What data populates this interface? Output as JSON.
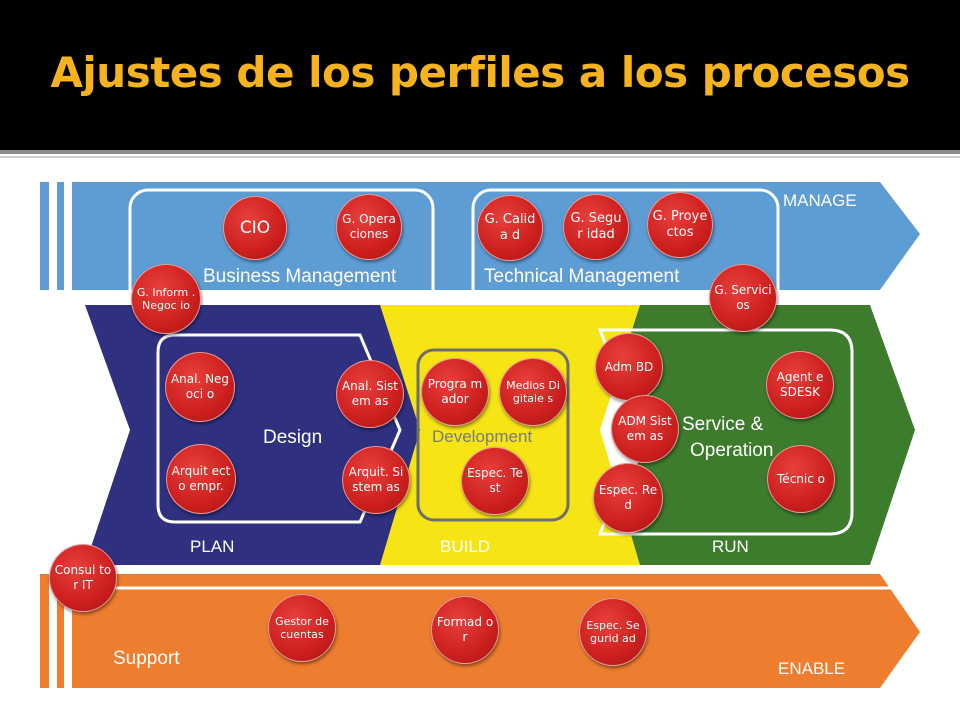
{
  "title": "Ajustes de los perfiles a los procesos",
  "colors": {
    "title_bg": "#000000",
    "title_text": "#f6b31d",
    "manage": "#5b9bd5",
    "plan": "#2e2f7e",
    "build": "#f5e400",
    "run": "#3d7a2c",
    "support": "#ec7b2c",
    "badge": "#d12a26"
  },
  "diagram": {
    "bands": {
      "manage": "MANAGE",
      "plan": "PLAN",
      "build": "BUILD",
      "run": "RUN",
      "enable": "ENABLE"
    },
    "groups": {
      "business_management": "Business Management",
      "technical_management": "Technical Management",
      "design": "Design",
      "development": "Development",
      "service_operation_line1": "Service &",
      "service_operation_line2": "Operation",
      "support": "Support"
    },
    "badges": {
      "cio": "CIO",
      "g_operaciones": "G. Opera ciones",
      "g_calidad": "G. Calida d",
      "g_seguridad": "G. Segur idad",
      "g_proyectos": "G. Proye ctos",
      "g_inform_negocio": "G. Inform .Negoc io",
      "g_servicios": "G. Servici os",
      "anal_negocio": "Anal. Negoci o",
      "anal_sistemas": "Anal. Sistem as",
      "arquitecto_empr": "Arquit ecto empr.",
      "arquit_sistemas": "Arquit. Sistem as",
      "programador": "Progra mador",
      "medios_digitales": "Medios Digitale s",
      "espec_test": "Espec. Test",
      "adm_bd": "Adm BD",
      "adm_sistemas": "ADM Sistem as",
      "espec_red": "Espec. Red",
      "agente_sdesk": "Agent e SDESK",
      "tecnicos": "Técnic o",
      "consultor_it": "Consul tor IT",
      "gestor_cuentas": "Gestor de cuentas",
      "formador": "Formad or",
      "espec_seguridad": "Espec. Segurid ad"
    }
  }
}
